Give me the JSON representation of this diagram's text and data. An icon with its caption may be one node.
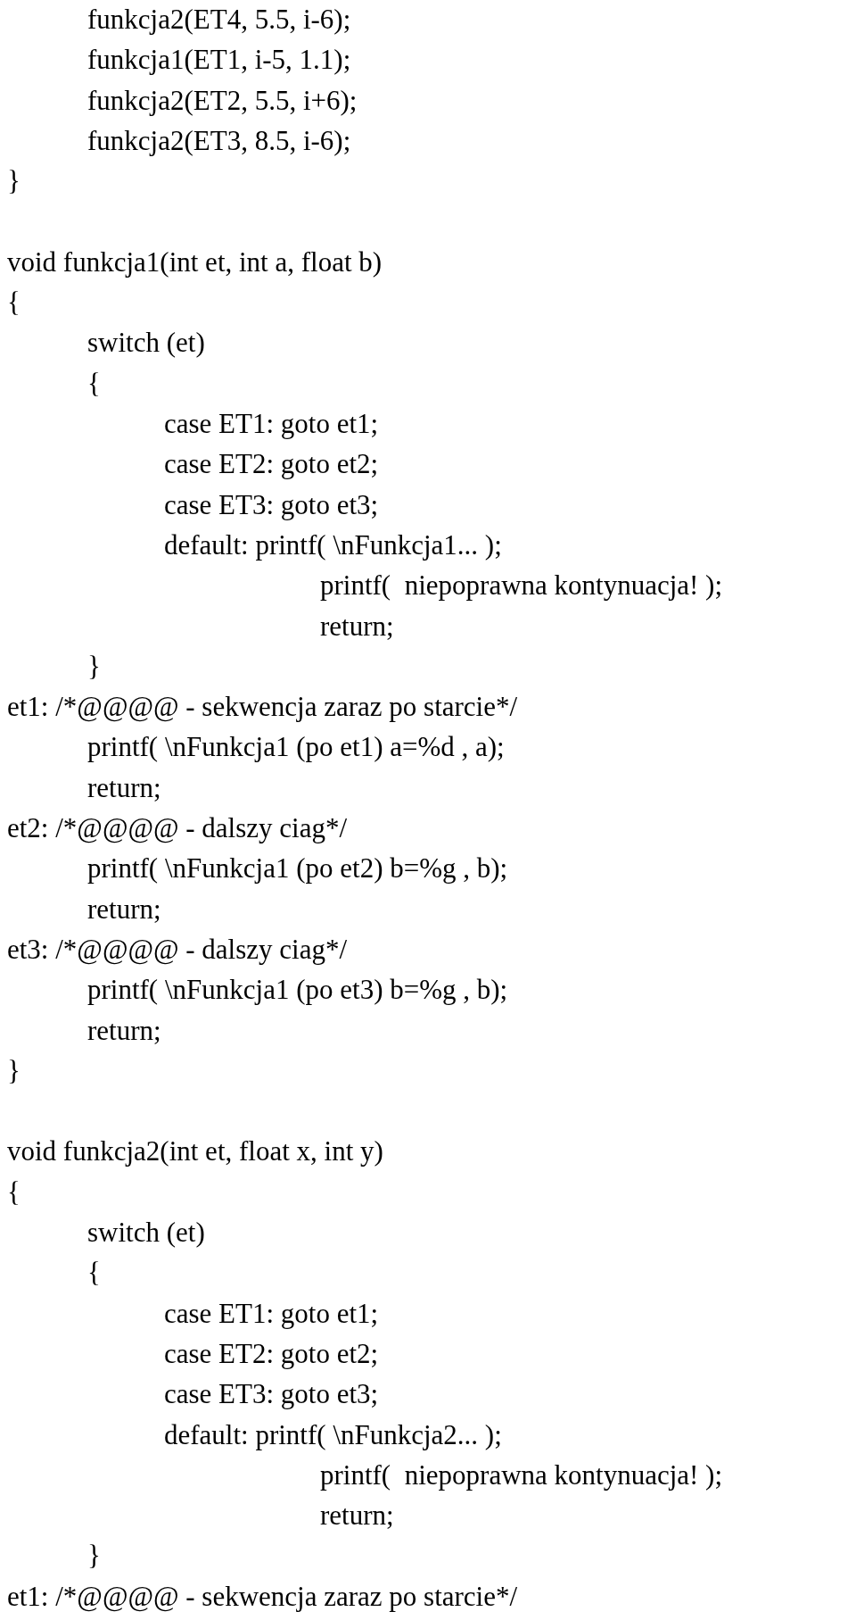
{
  "diagram": {
    "labels": [
      "funkcja2(ET4, 5.5, i-6);",
      "funkcja1(ET1, i-5, 1.1);",
      "funkcja2(ET2, 5.5, i+6);",
      "funkcja2(ET3, 8.5, i-6);",
      "}",
      "void funkcja1(int et, int a, float b)",
      "{",
      "switch (et)",
      "{",
      "case ET1: goto et1;",
      "case ET2: goto et2;",
      "case ET3: goto et3;",
      "default: printf( \\nFunkcja1... );",
      "printf(  niepoprawna kontynuacja! );",
      "return;",
      "}",
      "et1: /*@@@@ - sekwencja zaraz po starcie*/",
      "printf( \\nFunkcja1 (po et1) a=%d , a);",
      "return;",
      "et2: /*@@@@ - dalszy ciag*/",
      "printf( \\nFunkcja1 (po et2) b=%g , b);",
      "return;",
      "et3: /*@@@@ - dalszy ciag*/",
      "printf( \\nFunkcja1 (po et3) b=%g , b);",
      "return;",
      "}",
      "void funkcja2(int et, float x, int y)",
      "{",
      "switch (et)",
      "{",
      "case ET1: goto et1;",
      "case ET2: goto et2;",
      "case ET3: goto et3;",
      "default: printf( \\nFunkcja2... );",
      "printf(  niepoprawna kontynuacja! );",
      "return;",
      "}",
      "et1: /*@@@@ - sekwencja zaraz po starcie*/"
    ]
  }
}
